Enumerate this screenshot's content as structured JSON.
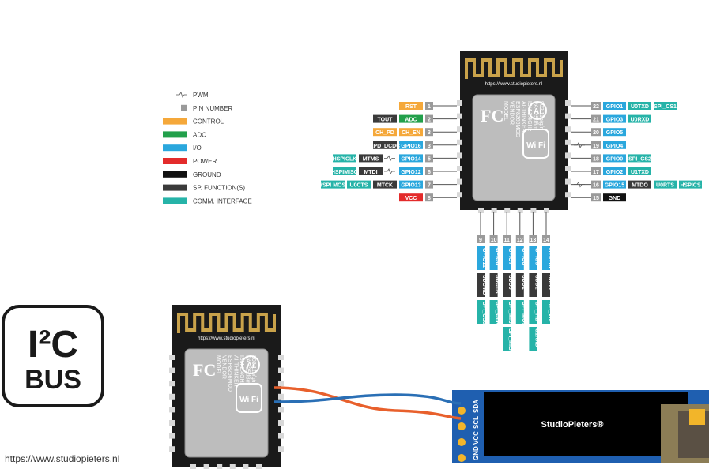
{
  "colors": {
    "control": "#f5a83a",
    "adc": "#22a04b",
    "io": "#2aa7dd",
    "power": "#e32b2b",
    "ground": "#111111",
    "sp_function": "#3a3a3a",
    "comm_interface": "#26b3a8",
    "pin_number": "#9a9a9a",
    "board": "#1a1a1a",
    "shield": "#bdbdbd",
    "wire_orange": "#e8602c",
    "wire_blue": "#2a6fb5",
    "oled_pcb": "#1f5fb0"
  },
  "legend": [
    {
      "key": "pwm",
      "label": "PWM"
    },
    {
      "key": "pin_number",
      "label": "PIN NUMBER"
    },
    {
      "key": "control",
      "label": "CONTROL"
    },
    {
      "key": "adc",
      "label": "ADC"
    },
    {
      "key": "io",
      "label": "I/O"
    },
    {
      "key": "power",
      "label": "POWER"
    },
    {
      "key": "ground",
      "label": "GROUND"
    },
    {
      "key": "sp_function",
      "label": "SP. FUNCTION(S)"
    },
    {
      "key": "comm_interface",
      "label": "COMM. INTERFACE"
    }
  ],
  "module": {
    "url": "https://www.studiopieters.nl",
    "chip_lines": [
      "MODEL",
      "VENDOR",
      "ESP8266MOD",
      "AI-THINKER",
      "ISM 2.4GHz",
      "PA +25dBm",
      "802.11b/g/n"
    ],
    "fc": "FC",
    "wifi": "Wi Fi",
    "ai": "Ai"
  },
  "left_pins": [
    {
      "num": "1",
      "labels": [
        {
          "t": "RST",
          "c": "control"
        }
      ]
    },
    {
      "num": "2",
      "labels": [
        {
          "t": "ADC",
          "c": "adc"
        },
        {
          "t": "TOUT",
          "c": "sp_function"
        }
      ]
    },
    {
      "num": "3",
      "labels": [
        {
          "t": "CH_EN",
          "c": "control"
        },
        {
          "t": "CH_PD",
          "c": "control"
        }
      ]
    },
    {
      "num": "3",
      "labels": [
        {
          "t": "GPIO16",
          "c": "io"
        },
        {
          "t": "XPD_DCDC",
          "c": "sp_function"
        }
      ]
    },
    {
      "num": "5",
      "pwm": true,
      "labels": [
        {
          "t": "GPIO14",
          "c": "io"
        },
        {
          "t": "MTMS",
          "c": "sp_function"
        },
        {
          "t": "HSPICLK",
          "c": "comm_interface"
        }
      ]
    },
    {
      "num": "6",
      "pwm": true,
      "labels": [
        {
          "t": "GPIO12",
          "c": "io"
        },
        {
          "t": "MTDI",
          "c": "sp_function"
        },
        {
          "t": "HSPIMISO",
          "c": "comm_interface"
        }
      ]
    },
    {
      "num": "7",
      "labels": [
        {
          "t": "GPIO13",
          "c": "io"
        },
        {
          "t": "MTCK",
          "c": "sp_function"
        },
        {
          "t": "U0CTS",
          "c": "comm_interface"
        },
        {
          "t": "HSPI MOSI",
          "c": "comm_interface"
        }
      ]
    },
    {
      "num": "8",
      "labels": [
        {
          "t": "VCC",
          "c": "power"
        }
      ]
    }
  ],
  "right_pins": [
    {
      "num": "22",
      "labels": [
        {
          "t": "GPIO1",
          "c": "io"
        },
        {
          "t": "U0TXD",
          "c": "comm_interface"
        },
        {
          "t": "SPI_CS1",
          "c": "comm_interface"
        }
      ]
    },
    {
      "num": "21",
      "labels": [
        {
          "t": "GPIO3",
          "c": "io"
        },
        {
          "t": "U0RXD",
          "c": "comm_interface"
        }
      ]
    },
    {
      "num": "20",
      "labels": [
        {
          "t": "GPIO5",
          "c": "io"
        }
      ]
    },
    {
      "num": "19",
      "pwm": true,
      "labels": [
        {
          "t": "GPIO4",
          "c": "io"
        }
      ]
    },
    {
      "num": "18",
      "labels": [
        {
          "t": "GPIO0",
          "c": "io"
        },
        {
          "t": "SPI_CS2",
          "c": "comm_interface"
        }
      ]
    },
    {
      "num": "17",
      "labels": [
        {
          "t": "GPIO2",
          "c": "io"
        },
        {
          "t": "U1TXD",
          "c": "comm_interface"
        }
      ]
    },
    {
      "num": "16",
      "pwm": true,
      "labels": [
        {
          "t": "GPIO15",
          "c": "io"
        },
        {
          "t": "MTDO",
          "c": "sp_function"
        },
        {
          "t": "U0RTS",
          "c": "comm_interface"
        },
        {
          "t": "HSPICS",
          "c": "comm_interface"
        }
      ]
    },
    {
      "num": "15",
      "labels": [
        {
          "t": "GND",
          "c": "ground"
        }
      ]
    }
  ],
  "bottom_pins": [
    {
      "num": "9",
      "labels": [
        {
          "t": "GPIO11",
          "c": "io"
        },
        {
          "t": "SDCMD",
          "c": "sp_function"
        },
        {
          "t": "SPI_CS0",
          "c": "comm_interface"
        }
      ]
    },
    {
      "num": "10",
      "labels": [
        {
          "t": "GPIO6",
          "c": "io"
        },
        {
          "t": "SDCLK",
          "c": "sp_function"
        },
        {
          "t": "SPI_CLK",
          "c": "comm_interface"
        }
      ]
    },
    {
      "num": "11",
      "labels": [
        {
          "t": "GPIO7",
          "c": "io"
        },
        {
          "t": "SDD0",
          "c": "sp_function"
        },
        {
          "t": "SPI_MISO",
          "c": "comm_interface"
        },
        {
          "t": "SPI_MISO",
          "c": "comm_interface"
        }
      ]
    },
    {
      "num": "12",
      "labels": [
        {
          "t": "GPIO8",
          "c": "io"
        },
        {
          "t": "SDD1",
          "c": "sp_function"
        },
        {
          "t": "SPI_MOSI",
          "c": "comm_interface"
        }
      ]
    },
    {
      "num": "13",
      "labels": [
        {
          "t": "GPIO9",
          "c": "io"
        },
        {
          "t": "SDD2",
          "c": "sp_function"
        },
        {
          "t": "SPI_HD",
          "c": "comm_interface"
        },
        {
          "t": "U1RXD",
          "c": "comm_interface"
        }
      ]
    },
    {
      "num": "14",
      "labels": [
        {
          "t": "GPIO10",
          "c": "io"
        },
        {
          "t": "SDD3",
          "c": "sp_function"
        },
        {
          "t": "SPI_WP",
          "c": "comm_interface"
        }
      ]
    }
  ],
  "i2c_badge": {
    "top": "I²C",
    "bottom": "BUS"
  },
  "oled": {
    "brand": "StudioPieters®",
    "pins": [
      "GND",
      "VCC",
      "SCL",
      "SDA"
    ]
  },
  "footer_url": "https://www.studiopieters.nl"
}
